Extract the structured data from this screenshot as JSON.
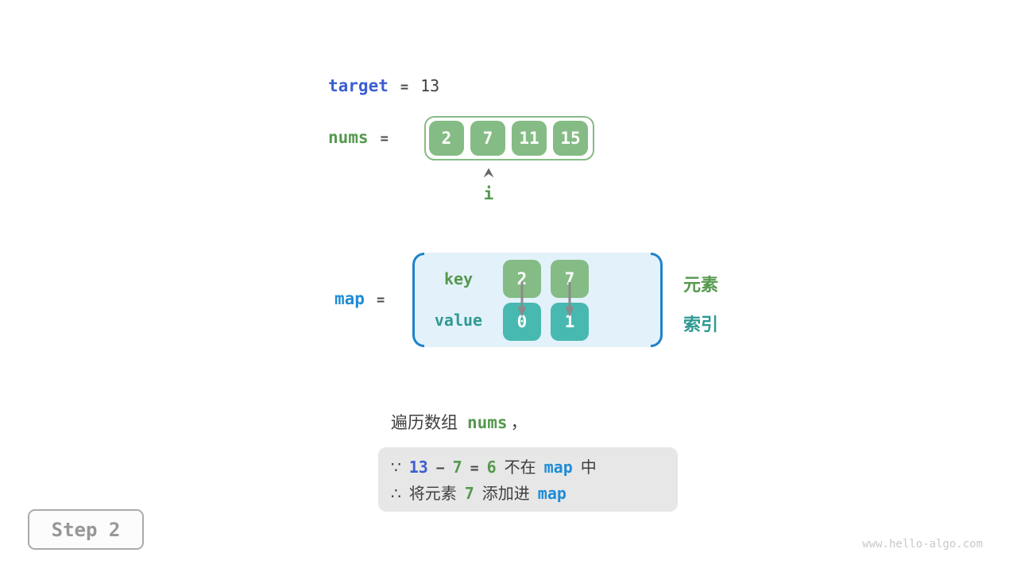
{
  "colors": {
    "keyword_blue": "#3c5ed1",
    "map_azure": "#1e8cd6",
    "bracket_blue": "#1d82cc",
    "green_text": "#55994e",
    "teal_text": "#2e9a92",
    "green_cell_fill": "#85bc85",
    "teal_cell_fill": "#47b9b1",
    "map_background": "#e3f1fa",
    "note_background": "#e7e7e7",
    "dark_text": "#3f3f3f",
    "arrow_gray": "#8a8a8a",
    "step_gray": "#979797",
    "watermark_gray": "#c9c9c9"
  },
  "target_line": {
    "keyword": "target",
    "equals": "=",
    "value": "13"
  },
  "nums_line": {
    "keyword": "nums",
    "equals": "="
  },
  "nums_array": {
    "cells": [
      "2",
      "7",
      "11",
      "15"
    ],
    "pointer_label": "i",
    "pointer_index": 1
  },
  "map_line": {
    "keyword": "map",
    "equals": "="
  },
  "map_box": {
    "key_label": "key",
    "value_label": "value",
    "keys": [
      "2",
      "7"
    ],
    "values": [
      "0",
      "1"
    ],
    "element_label": "元素",
    "index_label": "索引"
  },
  "caption": {
    "text": "遍历数组",
    "code": "nums",
    "comma": "，"
  },
  "note": {
    "line1": {
      "t0": "∵",
      "t1": "13",
      "t2": "−",
      "t3": "7",
      "t4": "=",
      "t5": "6",
      "t6": "不在",
      "t7": "map",
      "t8": "中"
    },
    "line2": {
      "t0": "∴",
      "t1": "将元素",
      "t2": "7",
      "t3": "添加进",
      "t4": "map"
    }
  },
  "step_badge": "Step 2",
  "watermark": "www.hello-algo.com"
}
